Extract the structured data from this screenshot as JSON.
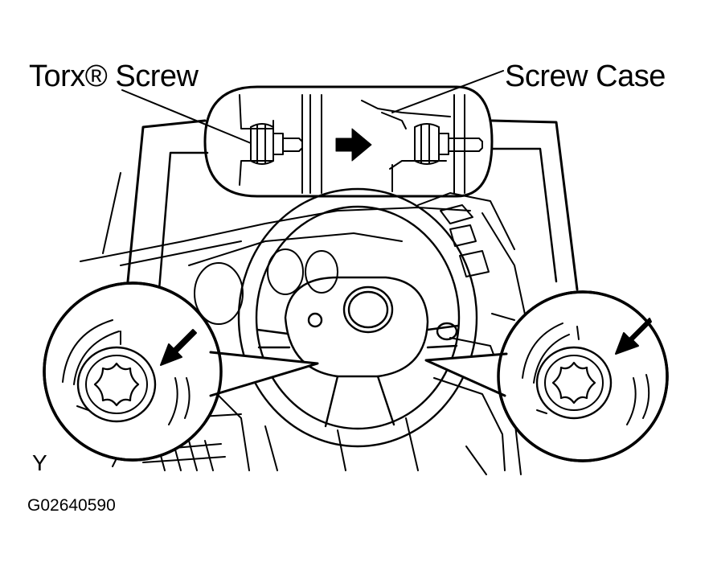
{
  "labels": {
    "torx_screw": "Torx® Screw",
    "screw_case": "Screw Case",
    "view_letter": "Y",
    "figure_code": "G02640590"
  },
  "colors": {
    "line": "#000000",
    "background": "#ffffff"
  },
  "icons": {
    "direction": "arrow-right-icon",
    "callout": "arrow-down-left-icon",
    "screw_head": "torx-star-icon"
  }
}
